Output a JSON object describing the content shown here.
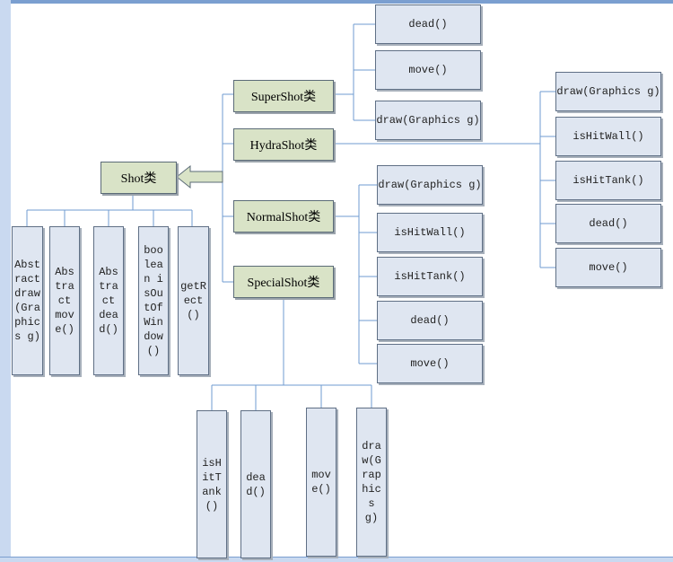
{
  "diagram": {
    "classes": {
      "shot": "Shot类",
      "super_shot": "SuperShot类",
      "hydra_shot": "HydraShot类",
      "normal_shot": "NormalShot类",
      "special_shot": "SpecialShot类"
    },
    "shot_methods": [
      "Abstract draw(Graphics g)",
      "Abstract move()",
      "Abstract dead()",
      "boolean isOutOfWindow()",
      "getRect()"
    ],
    "super_shot_methods": [
      "dead()",
      "move()",
      "draw(Graphics g)"
    ],
    "hydra_shot_methods": [
      "draw(Graphics g)",
      "isHitWall()",
      "isHitTank()",
      "dead()",
      "move()"
    ],
    "normal_shot_methods": [
      "draw(Graphics g)",
      "isHitWall()",
      "isHitTank()",
      "dead()",
      "move()"
    ],
    "special_shot_methods": [
      "isHitTank()",
      "dead()",
      "move()",
      "draw(Graphics g)"
    ]
  }
}
